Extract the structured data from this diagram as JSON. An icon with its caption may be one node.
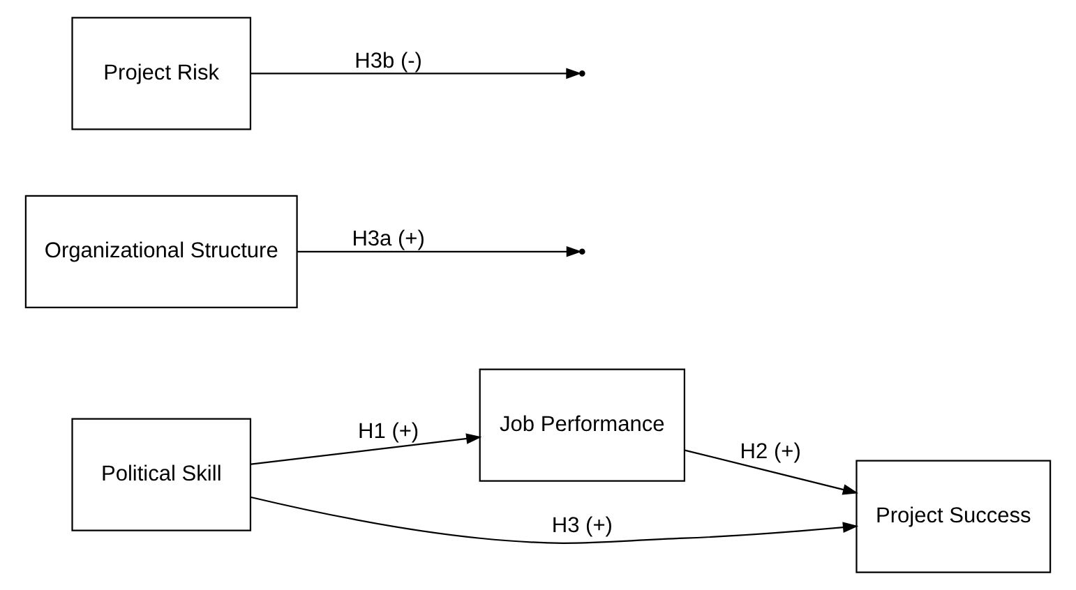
{
  "diagram": {
    "nodes": [
      {
        "text": [
          "Job Performance"
        ]
      },
      {
        "text": [
          "Political Skill"
        ]
      },
      {
        "text": [
          "Project Success"
        ]
      },
      {
        "text": [
          "Organizational Structure"
        ]
      },
      {
        "text": [
          "Project Risk"
        ]
      }
    ],
    "edges": [
      {
        "from": 1,
        "to": 0,
        "arrow": "to",
        "label": "H1 (+)"
      },
      {
        "from": 0,
        "to": 2,
        "arrow": "to",
        "label": "H2 (+)"
      },
      {
        "from": 1,
        "to": 2,
        "arrow": "to",
        "label": "H3 (+)"
      },
      {
        "from": 3,
        "to": null,
        "arrow": "to",
        "label": "H3a (+)"
      },
      {
        "from": 4,
        "to": null,
        "arrow": "to",
        "label": "H3b (-)"
      }
    ]
  }
}
